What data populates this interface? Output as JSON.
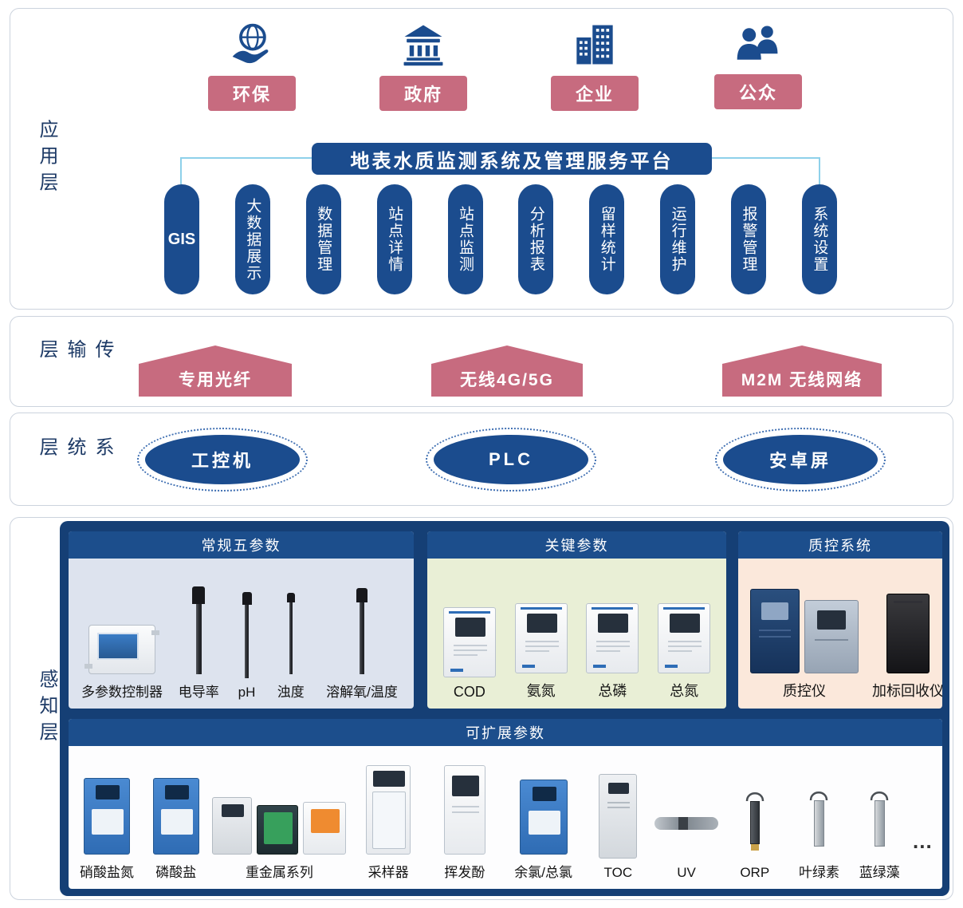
{
  "colors": {
    "dark_blue": "#1b4c8e",
    "pink": "#c76b7f",
    "connector_blue": "#8ed1ea",
    "perception_bg": "#153f75",
    "panel_standard_bg": "#dde3ee",
    "panel_key_bg": "#e9efd6",
    "panel_qc_bg": "#fbe8db",
    "panel_extensible_bg": "#fdfdfe"
  },
  "application": {
    "label": "应用层",
    "stakeholders": [
      "环保",
      "政府",
      "企业",
      "公众"
    ],
    "platform_title": "地表水质监测系统及管理服务平台",
    "modules": [
      "GIS",
      "大数据展示",
      "数据管理",
      "站点详情",
      "站点监测",
      "分析报表",
      "留样统计",
      "运行维护",
      "报警管理",
      "系统设置"
    ]
  },
  "transmission": {
    "label": "传输层",
    "channels": [
      "专用光纤",
      "无线4G/5G",
      "M2M 无线网络"
    ]
  },
  "system": {
    "label": "系统层",
    "nodes": [
      "工控机",
      "PLC",
      "安卓屏"
    ]
  },
  "perception": {
    "label": "感知层",
    "standard": {
      "title": "常规五参数",
      "devices": [
        "多参数控制器",
        "电导率",
        "pH",
        "浊度",
        "溶解氧/温度"
      ]
    },
    "key": {
      "title": "关键参数",
      "devices": [
        "COD",
        "氨氮",
        "总磷",
        "总氮"
      ]
    },
    "qc": {
      "title": "质控系统",
      "devices": [
        "质控仪",
        "加标回收仪"
      ]
    },
    "extensible": {
      "title": "可扩展参数",
      "devices": [
        "硝酸盐氮",
        "磷酸盐",
        "重金属系列",
        "采样器",
        "挥发酚",
        "余氯/总氯",
        "TOC",
        "UV",
        "ORP",
        "叶绿素",
        "蓝绿藻",
        "…"
      ]
    }
  }
}
